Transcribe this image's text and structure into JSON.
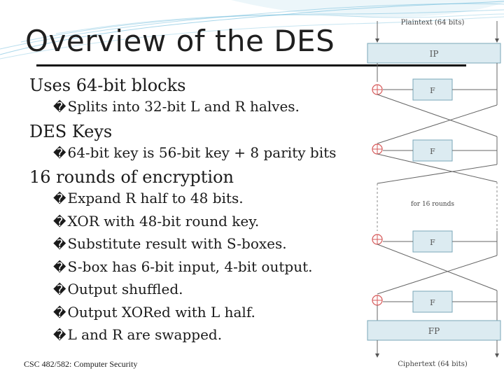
{
  "slide": {
    "title": "Overview of the DES",
    "footer": "CSC 482/582: Computer Security"
  },
  "bullets": [
    {
      "text": "Uses 64-bit blocks",
      "sub": [
        {
          "mark": "�",
          "text": "Splits into 32-bit L and R halves."
        }
      ]
    },
    {
      "text": "DES Keys",
      "sub": [
        {
          "mark": "�",
          "text": "64-bit key is 56-bit key + 8 parity bits"
        }
      ]
    },
    {
      "text": "16 rounds of encryption",
      "sub": [
        {
          "mark": "�",
          "text": "Expand R half to 48 bits."
        },
        {
          "mark": "�",
          "text": "XOR with 48-bit round key."
        },
        {
          "mark": "�",
          "text": "Substitute result with S-boxes."
        },
        {
          "mark": "�",
          "text": "S-box has 6-bit input, 4-bit output."
        },
        {
          "mark": "�",
          "text": "Output shuffled."
        },
        {
          "mark": "�",
          "text": "Output XORed with L half."
        },
        {
          "mark": "�",
          "text": "L and R are swapped."
        }
      ]
    }
  ],
  "diagram": {
    "plaintext_label": "Plaintext (64 bits)",
    "ip_label": "IP",
    "f_label": "F",
    "rounds_label": "for 16 rounds",
    "fp_label": "FP",
    "ciphertext_label": "Ciphertext (64 bits)"
  },
  "colors": {
    "swoosh": "#5fb4d8",
    "box_fill": "#dcebf1",
    "xor": "#d65a5a"
  }
}
